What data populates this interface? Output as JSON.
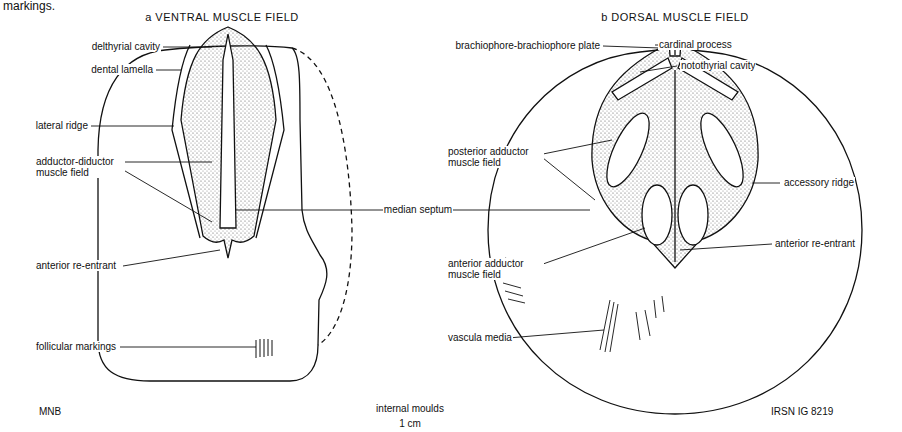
{
  "diagram": {
    "labels": [
      "markings.",
      "a VENTRAL MUSCLE FIELD",
      "b DORSAL MUSCLE FIELD",
      "delthyrial cavity",
      "dental lamella",
      "lateral ridge",
      "adductor-diductor muscle field",
      "median septum",
      "anterior re-entrant",
      "follicular markings",
      "MNB",
      "internal moulds",
      "1 cm",
      "IRSN IG 8219",
      "brachiophore-brachiophore plate",
      "cardinal process",
      "notothyrial cavity",
      "posterior adductor muscle field",
      "accessory ridge",
      "anterior adductor muscle field",
      "anterior re-entrant",
      "vascula media"
    ]
  }
}
